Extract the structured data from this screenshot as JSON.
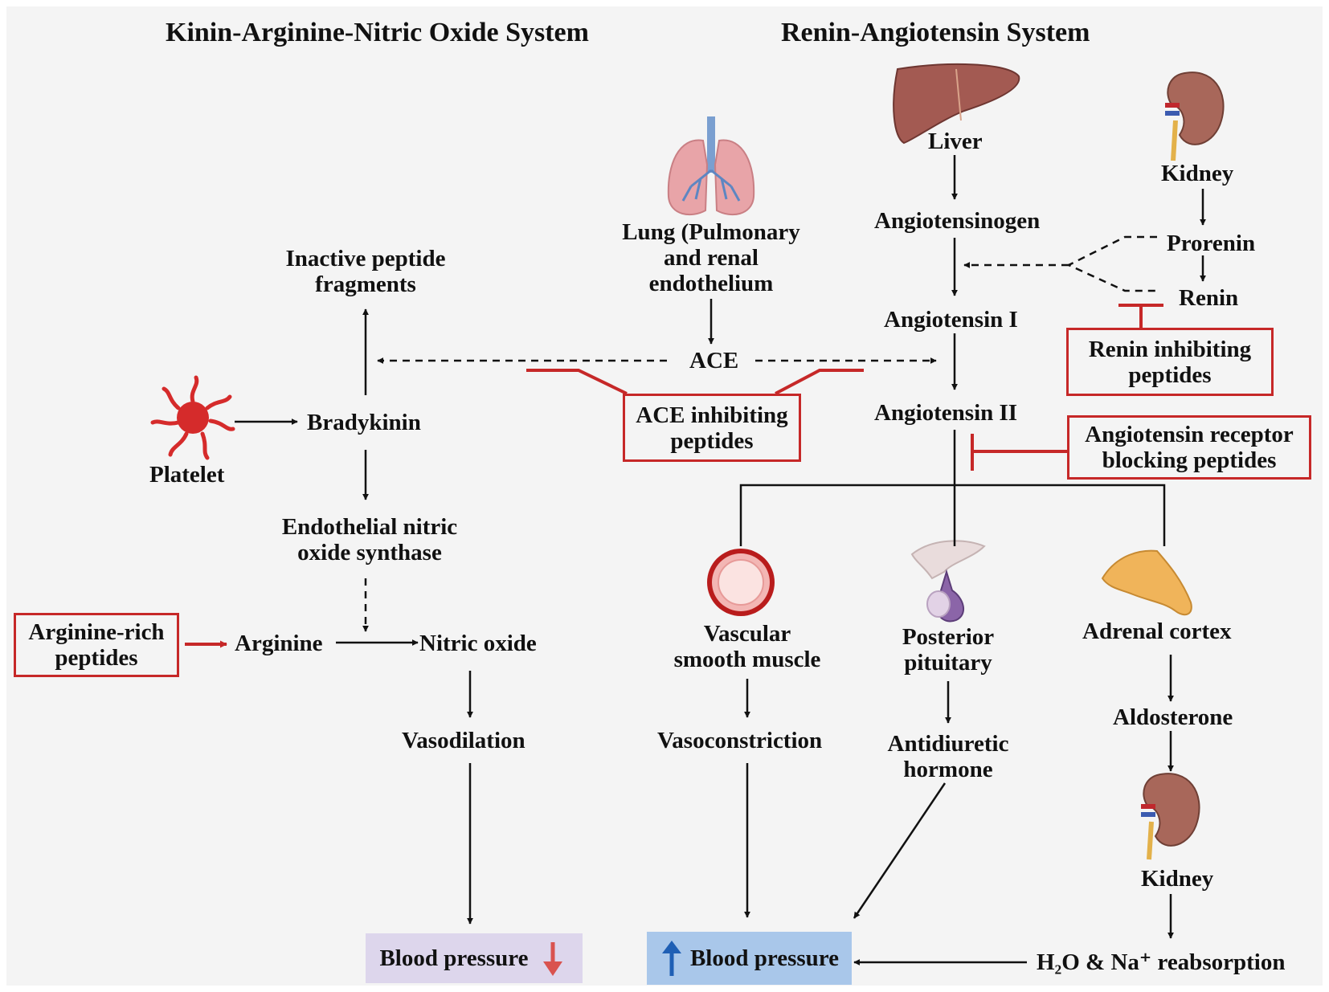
{
  "titles": {
    "left": "Kinin-Arginine-Nitric Oxide System",
    "right": "Renin-Angiotensin System"
  },
  "kinin": {
    "inactive": [
      "Inactive peptide",
      "fragments"
    ],
    "platelet": "Platelet",
    "bradykinin": "Bradykinin",
    "enos": [
      "Endothelial nitric",
      "oxide synthase"
    ],
    "arginine_rich": [
      "Arginine-rich",
      "peptides"
    ],
    "arginine": "Arginine",
    "nitric_oxide": "Nitric oxide",
    "vasodilation": "Vasodilation",
    "bp": "Blood pressure"
  },
  "ace": {
    "lung": [
      "Lung (Pulmonary",
      "and renal",
      "endothelium"
    ],
    "ace": "ACE",
    "inhibiting": [
      "ACE inhibiting",
      "peptides"
    ]
  },
  "ras": {
    "liver": "Liver",
    "kidney": "Kidney",
    "angiotensinogen": "Angiotensinogen",
    "prorenin": "Prorenin",
    "renin": "Renin",
    "ang1": "Angiotensin I",
    "ang2": "Angiotensin II",
    "renin_inhib": [
      "Renin inhibiting",
      "peptides"
    ],
    "receptor_block": [
      "Angiotensin receptor",
      "blocking peptides"
    ],
    "vsm": [
      "Vascular",
      "smooth muscle"
    ],
    "pituitary": [
      "Posterior",
      "pituitary"
    ],
    "adrenal": "Adrenal cortex",
    "vasoconstriction": "Vasoconstriction",
    "adh": [
      "Antidiuretic",
      "hormone"
    ],
    "aldosterone": "Aldosterone",
    "kidney2": "Kidney",
    "reabsorption": "H₂O & Na⁺ reabsorption",
    "bp": "Blood pressure"
  },
  "colors": {
    "inhibitor_red": "#c62828",
    "bp_down_bg": "#ddd6ec",
    "bp_up_bg": "#a9c7ea",
    "down_arrow": "#d9534f",
    "up_arrow": "#1f5fb4"
  },
  "icons": [
    "lung-icon",
    "liver-icon",
    "kidney-icon",
    "platelet-icon",
    "vessel-icon",
    "pituitary-icon",
    "adrenal-icon",
    "kidney-icon"
  ]
}
